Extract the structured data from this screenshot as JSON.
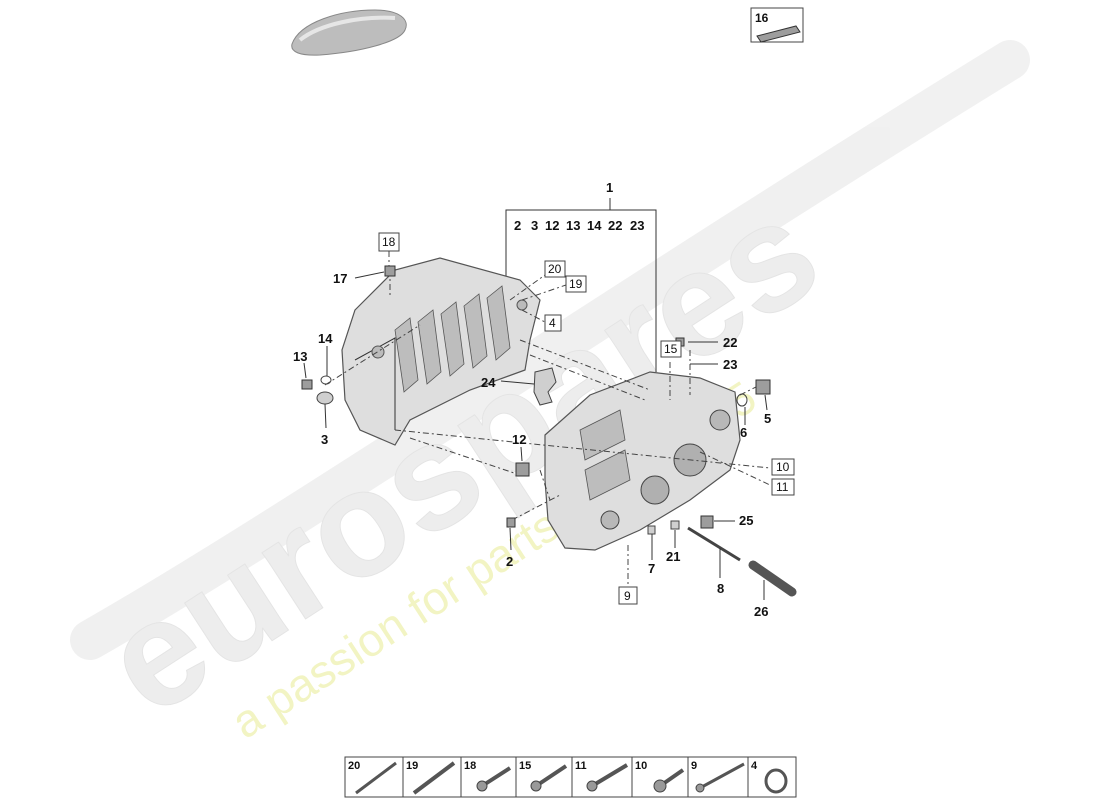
{
  "watermark": {
    "brand": "eurospares",
    "tagline": "a passion for parts since 1985"
  },
  "callouts": {
    "c1": "1",
    "group_refs": [
      "2",
      "3",
      "12",
      "13",
      "14",
      "22",
      "23"
    ],
    "c2": "2",
    "c3": "3",
    "c5": "5",
    "c6": "6",
    "c7": "7",
    "c8": "8",
    "c12": "12",
    "c13": "13",
    "c14": "14",
    "c17": "17",
    "c21": "21",
    "c22": "22",
    "c23": "23",
    "c24": "24",
    "c25": "25",
    "c26": "26"
  },
  "boxed": {
    "b4": "4",
    "b9": "9",
    "b10": "10",
    "b11": "11",
    "b15": "15",
    "b16": "16",
    "b18": "18",
    "b19": "19",
    "b20": "20"
  },
  "legend": [
    "20",
    "19",
    "18",
    "15",
    "11",
    "10",
    "9",
    "4"
  ]
}
